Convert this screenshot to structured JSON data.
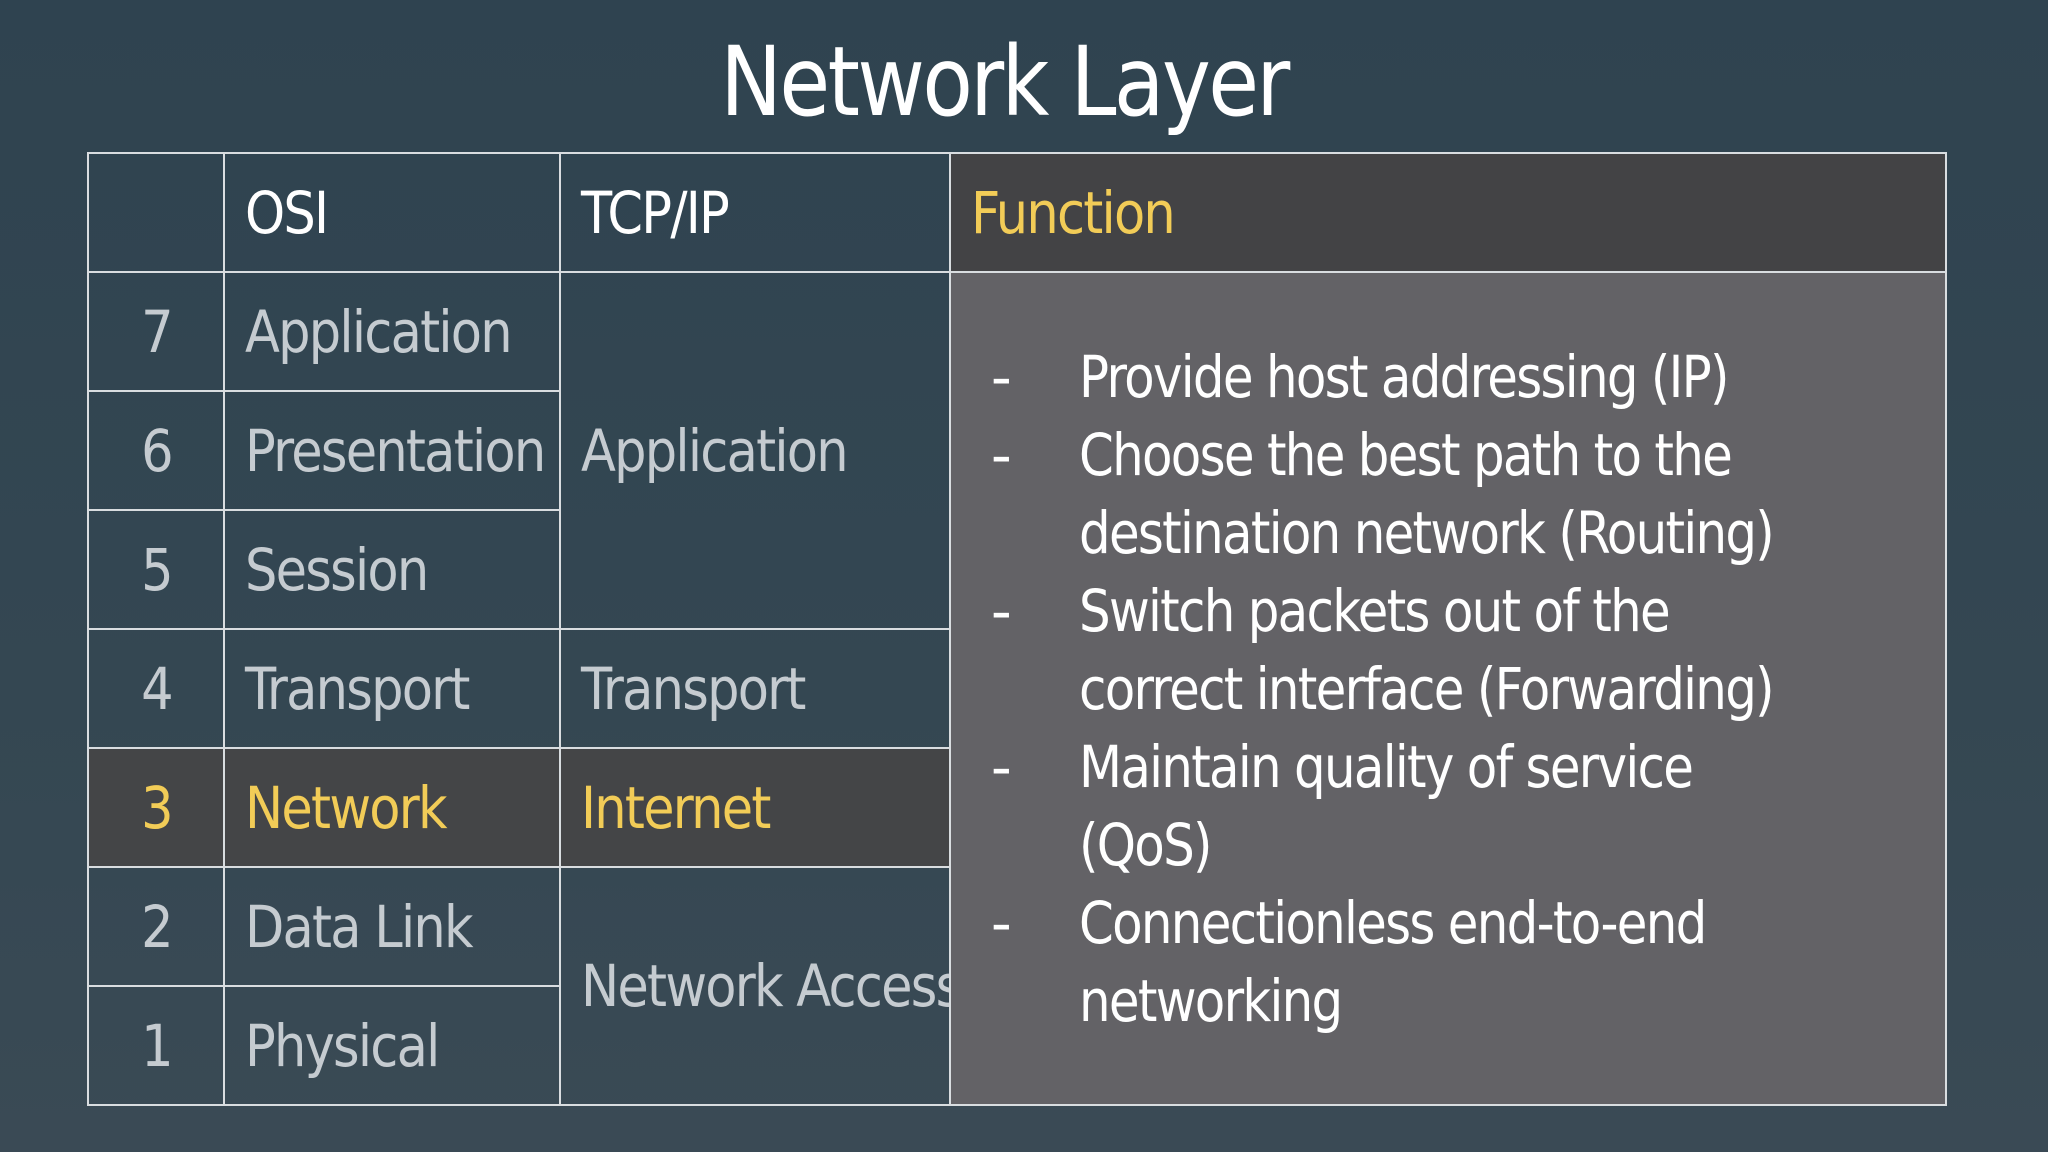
{
  "slide": {
    "title": "Network Layer"
  },
  "table": {
    "headers": {
      "num": "",
      "osi": "OSI",
      "tcpip": "TCP/IP",
      "function": "Function"
    },
    "rows": [
      {
        "num": "7",
        "osi": "Application"
      },
      {
        "num": "6",
        "osi": "Presentation"
      },
      {
        "num": "5",
        "osi": "Session"
      },
      {
        "num": "4",
        "osi": "Transport"
      },
      {
        "num": "3",
        "osi": "Network"
      },
      {
        "num": "2",
        "osi": "Data Link"
      },
      {
        "num": "1",
        "osi": "Physical"
      }
    ],
    "tcpip_groups": [
      {
        "label": "Application"
      },
      {
        "label": "Transport"
      },
      {
        "label": "Internet"
      },
      {
        "label": "Network Access"
      }
    ],
    "functions": [
      "Provide host addressing (IP)",
      "Choose the best path to the destination network (Routing)",
      "Switch packets out of the correct interface (Forwarding)",
      "Maintain quality of service (QoS)",
      "Connectionless end-to-end networking"
    ],
    "bullet_marker": "-"
  },
  "colors": {
    "highlight_text": "#f2cc57",
    "highlight_row_bg": "#444547",
    "function_bg": "#636266",
    "border": "#d9dde0"
  }
}
